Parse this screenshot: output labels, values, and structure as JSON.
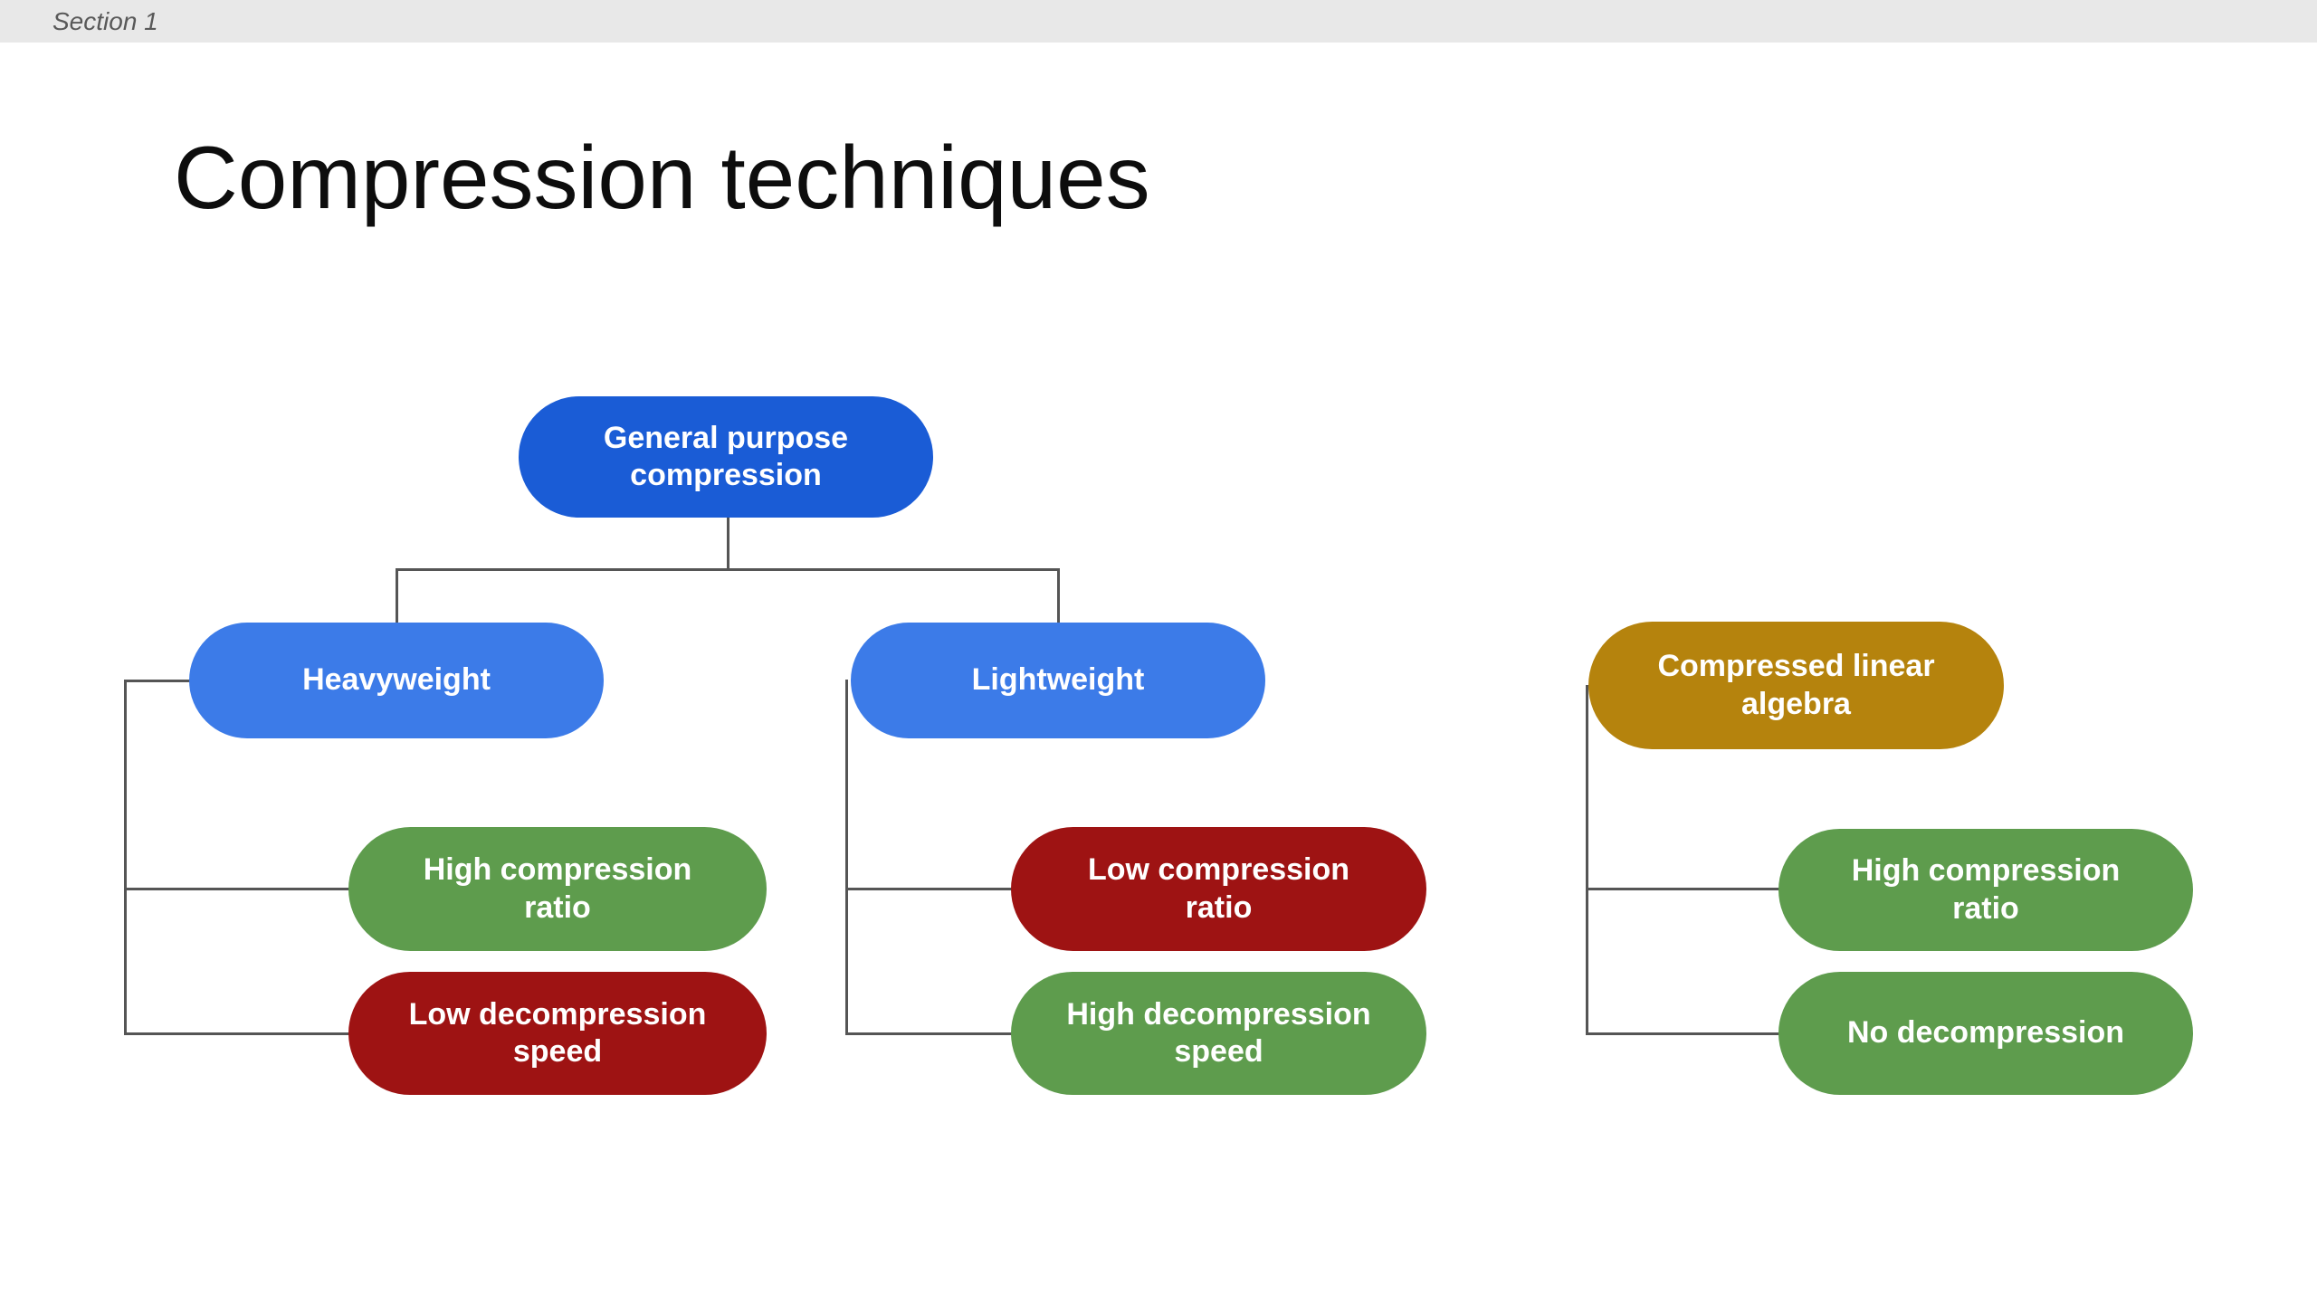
{
  "header": {
    "section_label": "Section 1"
  },
  "slide": {
    "title": "Compression techniques"
  },
  "palette": {
    "root_blue": "#1A5CD6",
    "branch_blue": "#3C7BE8",
    "pro_green": "#5E9C4D",
    "con_red": "#9E1313",
    "gold_yellow": "#B5830D",
    "connector_gray": "#555555",
    "header_bar_bg": "#E8E8E8",
    "header_text_gray": "#595959"
  },
  "diagram": {
    "nodes": {
      "root": {
        "label": "General purpose\ncompression",
        "color": "#1A5CD6"
      },
      "heavyweight": {
        "label": "Heavyweight",
        "color": "#3C7BE8"
      },
      "lightweight": {
        "label": "Lightweight",
        "color": "#3C7BE8"
      },
      "cla": {
        "label": "Compressed linear\nalgebra",
        "color": "#B5830D"
      },
      "heavyweight_ratio": {
        "label": "High compression\nratio",
        "color": "#5E9C4D"
      },
      "heavyweight_speed": {
        "label": "Low decompression\nspeed",
        "color": "#9E1313"
      },
      "lightweight_ratio": {
        "label": "Low compression\nratio",
        "color": "#9E1313"
      },
      "lightweight_speed": {
        "label": "High decompression\nspeed",
        "color": "#5E9C4D"
      },
      "cla_ratio": {
        "label": "High compression\nratio",
        "color": "#5E9C4D"
      },
      "cla_speed": {
        "label": "No decompression",
        "color": "#5E9C4D"
      }
    }
  }
}
